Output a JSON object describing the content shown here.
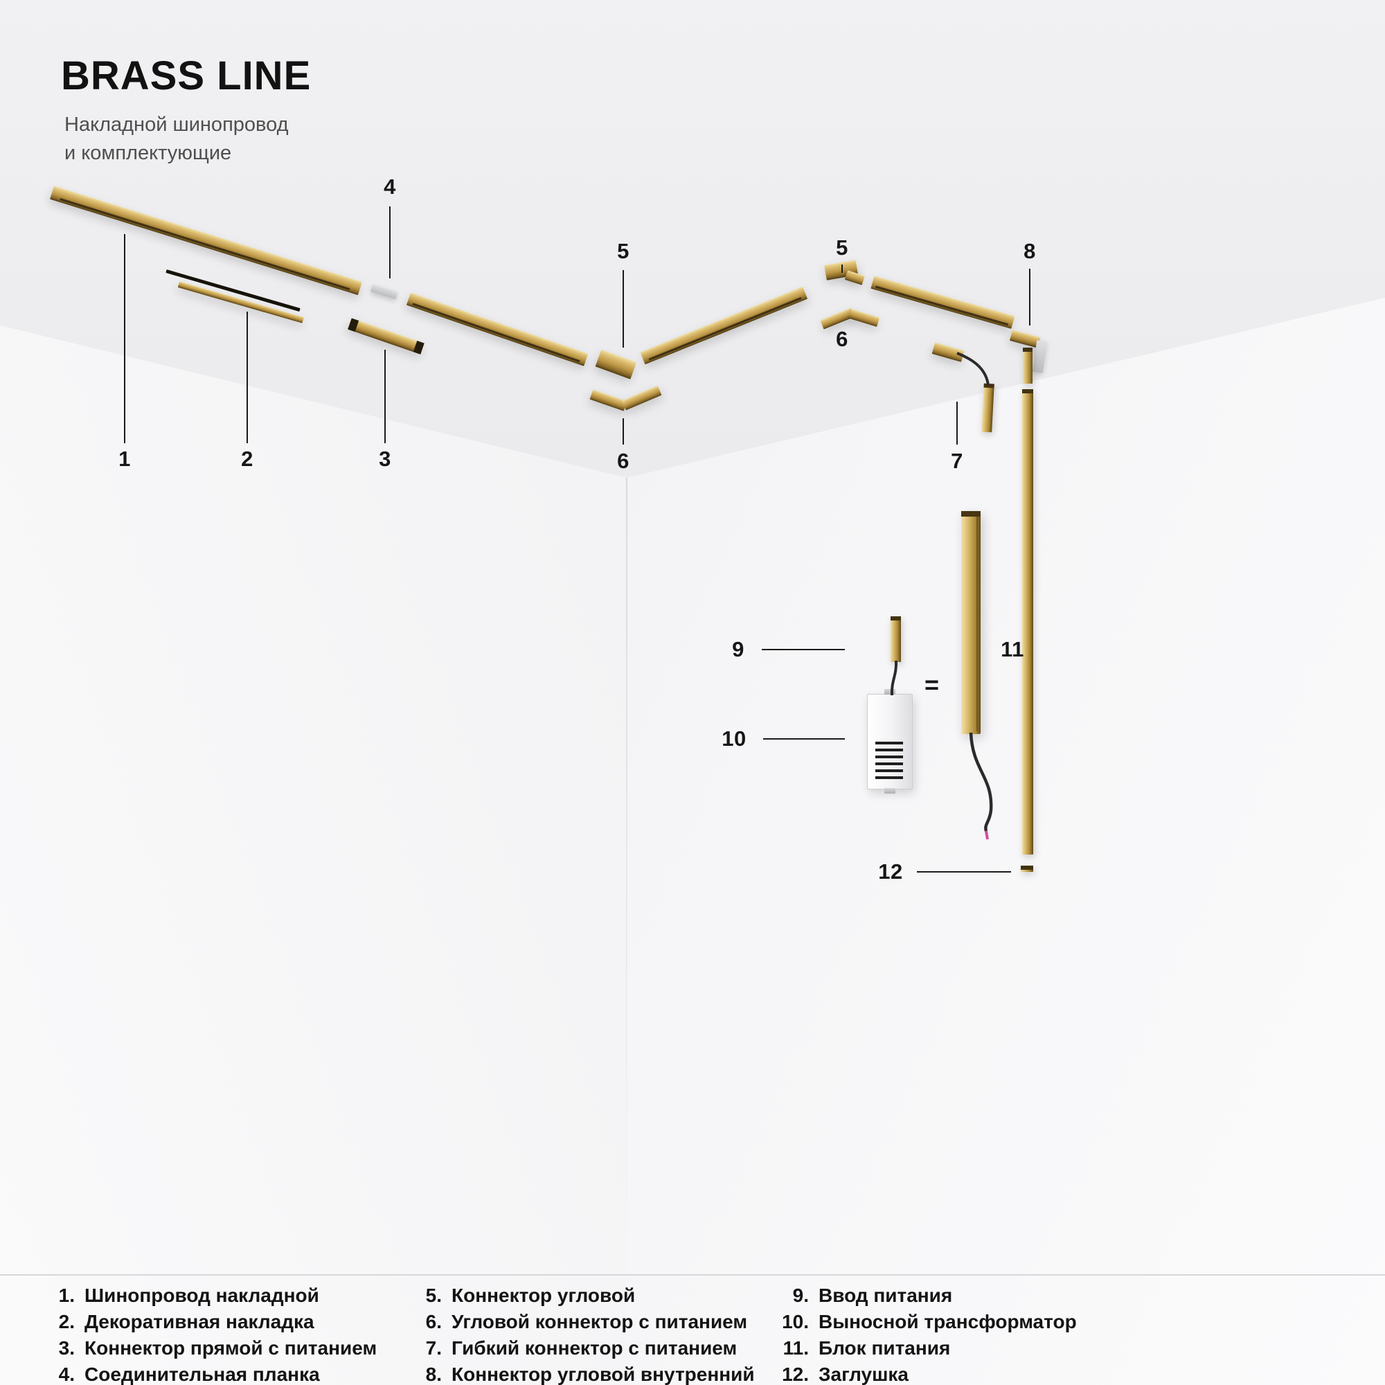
{
  "header": {
    "title": "BRASS LINE",
    "subtitle_line1": "Накладной шинопровод",
    "subtitle_line2": "и комплектующие"
  },
  "callouts": [
    {
      "label": "1"
    },
    {
      "label": "2"
    },
    {
      "label": "3"
    },
    {
      "label": "4"
    },
    {
      "label": "5"
    },
    {
      "label": "5"
    },
    {
      "label": "6"
    },
    {
      "label": "6"
    },
    {
      "label": "7"
    },
    {
      "label": "8"
    },
    {
      "label": "9"
    },
    {
      "label": "10"
    },
    {
      "label": "11"
    },
    {
      "label": "12"
    }
  ],
  "equals_sign": "=",
  "legend": {
    "columns": [
      {
        "items": [
          {
            "num": "1.",
            "label": "Шинопровод накладной"
          },
          {
            "num": "2.",
            "label": "Декоративная накладка"
          },
          {
            "num": "3.",
            "label": "Коннектор прямой с питанием"
          },
          {
            "num": "4.",
            "label": "Соединительная планка"
          }
        ]
      },
      {
        "items": [
          {
            "num": "5.",
            "label": "Коннектор угловой"
          },
          {
            "num": "6.",
            "label": "Угловой коннектор с питанием"
          },
          {
            "num": "7.",
            "label": "Гибкий коннектор с питанием"
          },
          {
            "num": "8.",
            "label": "Коннектор угловой внутренний"
          }
        ]
      },
      {
        "items": [
          {
            "num": "9.",
            "label": "Ввод питания"
          },
          {
            "num": "10.",
            "label": "Выносной трансформатор"
          },
          {
            "num": "11.",
            "label": "Блок питания"
          },
          {
            "num": "12.",
            "label": "Заглушка"
          }
        ]
      }
    ]
  },
  "colors": {
    "brass": "#c2a05a",
    "text": "#161616",
    "background": "#f3f3f5",
    "leader_line": "#1a1a1a"
  }
}
